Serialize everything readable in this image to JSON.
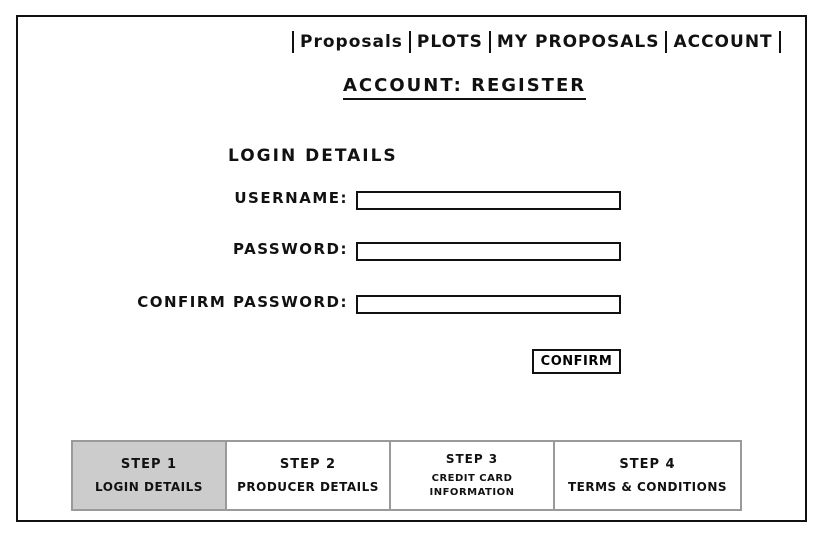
{
  "nav": {
    "items": [
      "Proposals",
      "PLOTS",
      "MY PROPOSALS",
      "ACCOUNT"
    ]
  },
  "page_title": "ACCOUNT: REGISTER",
  "login_section": {
    "heading": "LOGIN DETAILS",
    "username_label": "USERNAME:",
    "password_label": "PASSWORD:",
    "confirm_password_label": "CONFIRM PASSWORD:",
    "username_value": "",
    "password_value": "",
    "confirm_password_value": ""
  },
  "confirm_button": "CONFIRM",
  "steps": [
    {
      "number": "STEP 1",
      "title": "LOGIN DETAILS",
      "active": true
    },
    {
      "number": "STEP 2",
      "title": "PRODUCER DETAILS",
      "active": false
    },
    {
      "number": "STEP 3",
      "title": "CREDIT CARD INFORMATION",
      "active": false
    },
    {
      "number": "STEP 4",
      "title": "TERMS & CONDITIONS",
      "active": false
    }
  ],
  "colors": {
    "active_step_bg": "#cccccc",
    "step_border": "#9a9a9a",
    "ink": "#111111"
  }
}
